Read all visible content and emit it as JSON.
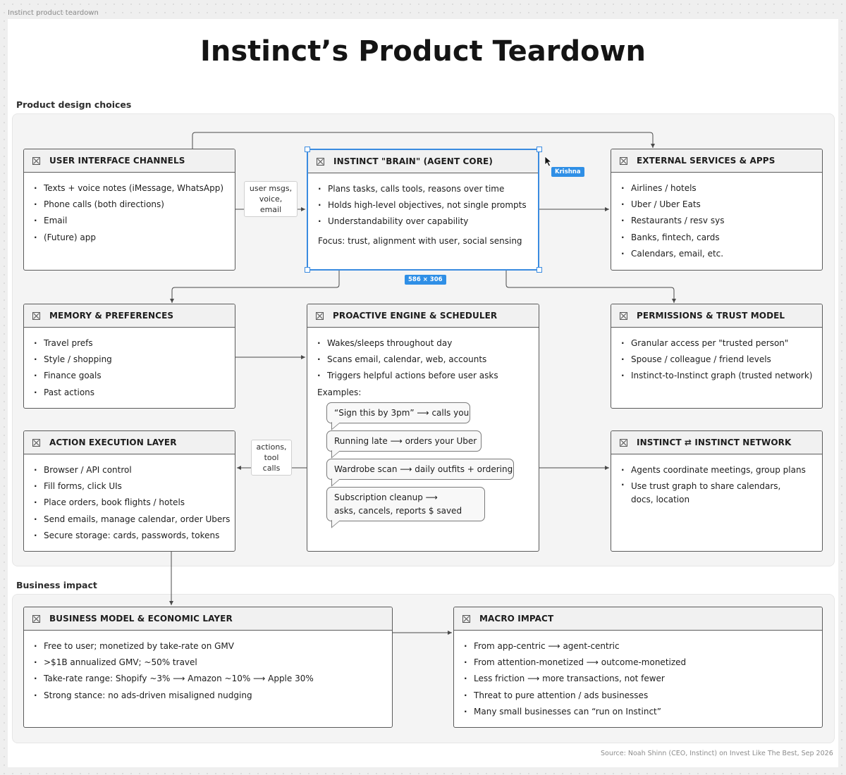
{
  "frame_label": "Instinct product teardown",
  "title": "Instinct’s Product Teardown",
  "sections": {
    "design": "Product design choices",
    "business": "Business impact"
  },
  "boxes": {
    "ui_channels": {
      "title": "USER INTERFACE CHANNELS",
      "items": [
        "Texts + voice notes (iMessage, WhatsApp)",
        "Phone calls (both directions)",
        "Email",
        "(Future) app"
      ]
    },
    "brain": {
      "title": "INSTINCT \"BRAIN\" (AGENT CORE)",
      "items": [
        "Plans tasks, calls tools, reasons over time",
        "Holds high-level objectives, not single prompts",
        "Understandability over capability"
      ],
      "focus": "Focus: trust, alignment with user, social sensing"
    },
    "external": {
      "title": "EXTERNAL SERVICES & APPS",
      "items": [
        "Airlines / hotels",
        "Uber / Uber Eats",
        "Restaurants / resv sys",
        "Banks, fintech, cards",
        "Calendars, email, etc."
      ]
    },
    "memory": {
      "title": "MEMORY & PREFERENCES",
      "items": [
        "Travel prefs",
        "Style / shopping",
        "Finance goals",
        "Past actions"
      ]
    },
    "proactive": {
      "title": "PROACTIVE ENGINE & SCHEDULER",
      "items": [
        "Wakes/sleeps throughout day",
        "Scans email, calendar, web, accounts",
        "Triggers helpful actions before user asks"
      ],
      "examples_label": "Examples:",
      "examples": [
        "“Sign this by 3pm”  ⟶  calls you",
        "Running late  ⟶  orders your Uber",
        "Wardrobe scan  ⟶  daily outfits + ordering",
        "Subscription cleanup  ⟶",
        "asks, cancels, reports $ saved"
      ]
    },
    "permissions": {
      "title": "PERMISSIONS & TRUST MODEL",
      "items": [
        "Granular access per \"trusted person\"",
        "Spouse / colleague / friend levels",
        "Instinct-to-Instinct graph (trusted network)"
      ]
    },
    "action": {
      "title": "ACTION EXECUTION LAYER",
      "items": [
        "Browser / API control",
        "Fill forms, click UIs",
        "Place orders, book flights / hotels",
        "Send emails, manage calendar, order Ubers",
        "Secure storage: cards, passwords, tokens"
      ]
    },
    "network": {
      "title": "INSTINCT ⇄ INSTINCT NETWORK",
      "items": [
        "Agents coordinate meetings, group plans",
        "Use trust graph to share calendars, docs, location"
      ]
    },
    "business_model": {
      "title": "BUSINESS MODEL & ECONOMIC LAYER",
      "items": [
        "Free to user; monetized by take-rate on GMV",
        ">$1B annualized GMV; ~50% travel",
        "Take-rate range: Shopify ~3%  ⟶  Amazon ~10%  ⟶  Apple 30%",
        "Strong stance: no ads-driven misaligned nudging"
      ]
    },
    "macro": {
      "title": "MACRO IMPACT",
      "items": [
        "From app-centric  ⟶  agent-centric",
        "From attention-monetized  ⟶  outcome-monetized",
        "Less friction  ⟶  more transactions, not fewer",
        "Threat to pure attention / ads businesses",
        "Many small businesses can “run on Instinct”"
      ]
    }
  },
  "edge_labels": {
    "user_msgs": [
      "user msgs,",
      "voice, email"
    ],
    "actions": [
      "actions,",
      "tool calls"
    ]
  },
  "selection": {
    "collaborator": "Krishna",
    "size": "586 × 306"
  },
  "source": "Source: Noah Shinn (CEO, Instinct) on Invest Like The Best, Sep 2026"
}
